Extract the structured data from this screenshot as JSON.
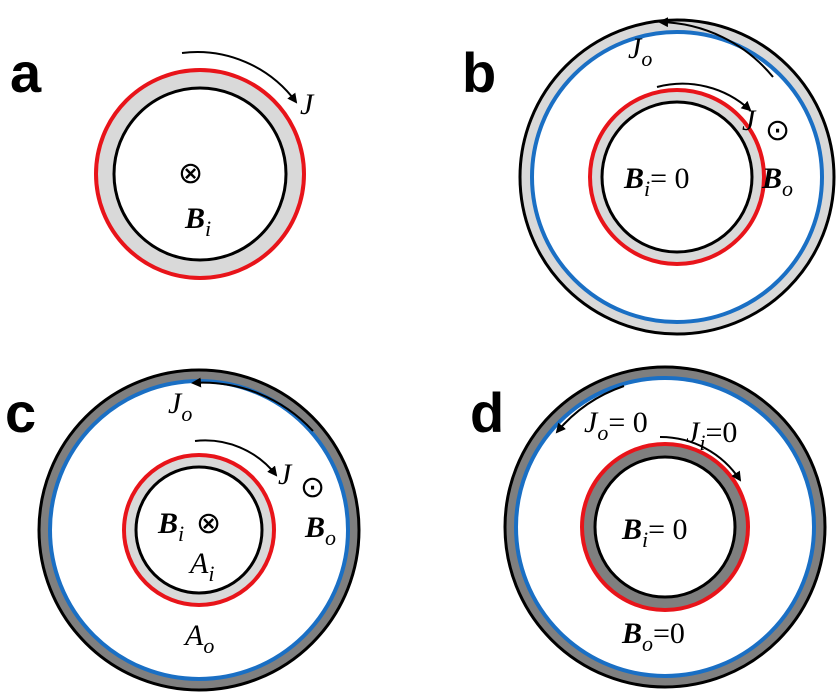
{
  "panels": {
    "a": {
      "label": "a",
      "current": {
        "main": "J",
        "sub": ""
      },
      "inner_field": {
        "main": "B",
        "sub": "i",
        "eq": ""
      },
      "inner_symbol": "⊗"
    },
    "b": {
      "label": "b",
      "outer_current": {
        "main": "J",
        "sub": "o"
      },
      "inner_current": {
        "main": "J",
        "sub": ""
      },
      "inner_field": {
        "main": "B",
        "sub": "i",
        "eq": "= 0"
      },
      "outer_field": {
        "main": "B",
        "sub": "o"
      },
      "outer_symbol": "⊙"
    },
    "c": {
      "label": "c",
      "outer_current": {
        "main": "J",
        "sub": "o"
      },
      "inner_current": {
        "main": "J",
        "sub": ""
      },
      "inner_field": {
        "main": "B",
        "sub": "i"
      },
      "inner_symbol": "⊗",
      "outer_field": {
        "main": "B",
        "sub": "o"
      },
      "outer_symbol": "⊙",
      "inner_area": {
        "main": "A",
        "sub": "i"
      },
      "outer_area": {
        "main": "A",
        "sub": "o"
      }
    },
    "d": {
      "label": "d",
      "outer_current": {
        "main": "J",
        "sub": "o",
        "eq": "= 0"
      },
      "inner_current": {
        "main": "J",
        "sub": "i",
        "eq": "=0"
      },
      "inner_field": {
        "main": "B",
        "sub": "i",
        "eq": "= 0"
      },
      "outer_field": {
        "main": "B",
        "sub": "o",
        "eq": "=0"
      }
    }
  },
  "colors": {
    "superconductor_red": "#e8141a",
    "superconductor_blue": "#1a6fc4",
    "normal_ring_light": "#d9d9d9",
    "normal_ring_dark": "#7f7f7f",
    "outline": "#000000"
  }
}
